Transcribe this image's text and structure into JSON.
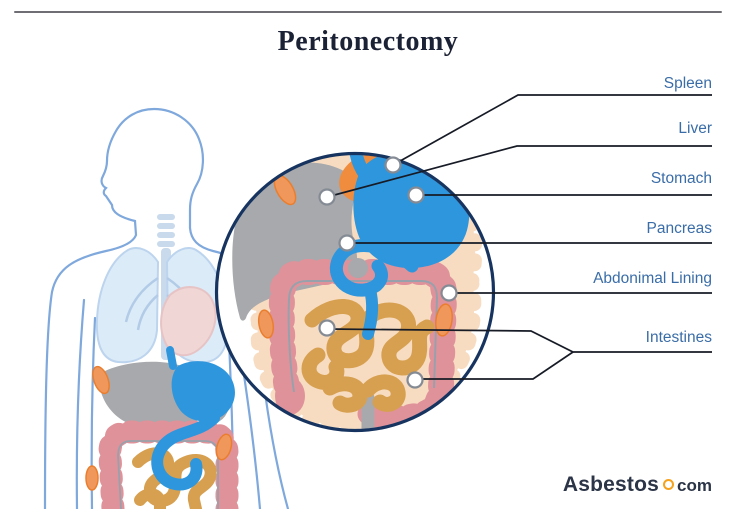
{
  "title": "Peritonectomy",
  "labels": {
    "spleen": "Spleen",
    "liver": "Liver",
    "stomach": "Stomach",
    "pancreas": "Pancreas",
    "abdominal_lining": "Abdonimal Lining",
    "intestines": "Intestines"
  },
  "logo": {
    "brand": "Asbestos",
    "tld": "com"
  },
  "colors": {
    "title_navy": "#1c2235",
    "label_text": "#3a6da8",
    "callout_line": "#171b26",
    "marker_stroke": "#858b94",
    "circle_ring": "#16345f",
    "body_outline": "#7fa8dc",
    "lung_fill": "#dcebf8",
    "lung_stroke": "#bcd4ee",
    "bronchi": "#b2cbe7",
    "trachea": "#c9daed",
    "heart_fill": "#f1d6d6",
    "heart_stroke": "#e6c4c6",
    "liver_gray": "#a7a9ac",
    "stomach_blue": "#2e96dd",
    "colon_pink": "#e0929a",
    "colon_inner_line": "#98a1ab",
    "intestine_gold": "#d7a050",
    "lining_peach": "#f7dcc1",
    "organ_orange": "#f0975c",
    "organ_orange_stroke": "#ea7e2e",
    "logo_dot_orange": "#f6a21c"
  }
}
